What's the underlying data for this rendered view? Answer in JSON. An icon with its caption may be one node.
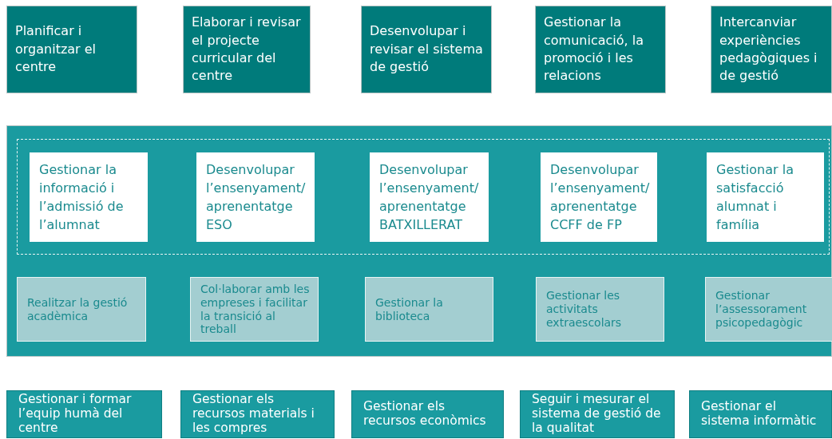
{
  "diagram": {
    "nodes": [
      {
        "text": [
          "Planificar i organitzar el centre"
        ]
      },
      {
        "text": [
          "Elaborar i revisar el projecte curricular del centre"
        ]
      },
      {
        "text": [
          "Desenvolupar i revisar el sistema de gestió"
        ]
      },
      {
        "text": [
          "Gestionar la comunicació, la promoció i les relacions"
        ]
      },
      {
        "text": [
          "Intercanviar experiències pedagògiques i de gestió"
        ]
      },
      {
        "text": [],
        "shape": "box"
      },
      {
        "text": [],
        "shape": "box",
        "in": 5
      },
      {
        "text": [
          "Gestionar la informació i l’admissió de l’alumnat"
        ],
        "in": 6
      },
      {
        "text": [
          "Desenvolupar l’ensenyament/ aprenentatge ESO"
        ],
        "in": 6
      },
      {
        "text": [
          "Desenvolupar l’ensenyament/ aprenentatge BATXILLERAT"
        ],
        "in": 6
      },
      {
        "text": [
          "Desenvolupar l’ensenyament/ aprenentatge CCFF de FP"
        ],
        "in": 6
      },
      {
        "text": [
          "Gestionar la satisfacció alumnat i família"
        ],
        "in": 6
      },
      {
        "text": [
          "Realitzar la gestió acadèmica"
        ],
        "in": 5
      },
      {
        "text": [
          "Col·laborar amb les empreses i facilitar la transició al treball"
        ],
        "in": 5
      },
      {
        "text": [
          "Gestionar la biblioteca"
        ],
        "in": 5
      },
      {
        "text": [
          "Gestionar les activitats extraescolars"
        ],
        "in": 5
      },
      {
        "text": [
          "Gestionar l’assessorament psicopedagògic"
        ],
        "in": 5
      },
      {
        "text": [
          "Gestionar i formar l’equip humà del centre"
        ]
      },
      {
        "text": [
          "Gestionar els recursos materials i les compres"
        ]
      },
      {
        "text": [
          "Gestionar els recursos econòmics"
        ]
      },
      {
        "text": [
          "Seguir i mesurar el sistema de gestió de la qualitat"
        ]
      },
      {
        "text": [
          "Gestionar el sistema informàtic"
        ]
      }
    ]
  }
}
